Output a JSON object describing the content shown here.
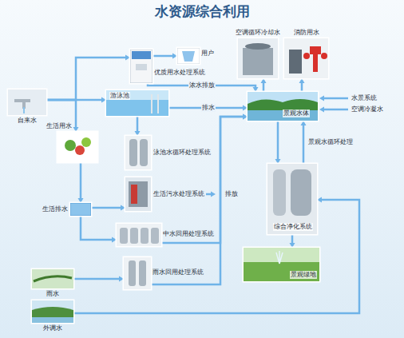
{
  "diagram": {
    "title": "水资源综合利用",
    "nodes": [
      {
        "text": [
          "优质用水处理系统"
        ]
      },
      {
        "text": [
          "用户"
        ]
      },
      {
        "text": [
          "空调循环冷却水"
        ]
      },
      {
        "text": [
          "消防用水"
        ]
      },
      {
        "text": [
          "自来水"
        ]
      },
      {
        "text": [
          "游泳池"
        ]
      },
      {
        "text": [
          "景观水体"
        ]
      },
      {
        "text": [
          "生活用水"
        ]
      },
      {
        "text": [
          "泳池水循环处理系统"
        ]
      },
      {
        "text": [
          "生活污水处理系统"
        ]
      },
      {
        "text": [
          "生活排水"
        ]
      },
      {
        "text": [
          "中水回用处理系统"
        ]
      },
      {
        "text": [
          "综合净化系统"
        ]
      },
      {
        "text": [
          "景观绿地"
        ]
      },
      {
        "text": [
          "雨水"
        ]
      },
      {
        "text": [
          "雨水回用处理系统"
        ]
      },
      {
        "text": [
          "外调水"
        ]
      }
    ],
    "edges": [
      {
        "from": 4,
        "to": 0,
        "arrow": "to"
      },
      {
        "from": 4,
        "to": 5,
        "arrow": "to"
      },
      {
        "from": 4,
        "to": 7,
        "arrow": "to"
      },
      {
        "from": 7,
        "to": 10,
        "arrow": "to"
      },
      {
        "from": 10,
        "to": 9,
        "arrow": "to"
      },
      {
        "from": 10,
        "to": 11,
        "arrow": "to"
      },
      {
        "from": 0,
        "to": 1,
        "arrow": "to"
      },
      {
        "from": 5,
        "to": 8,
        "arrow": "to"
      },
      {
        "from": 0,
        "to": 6,
        "label": "浓水排放",
        "arrow": "to"
      },
      {
        "from": 5,
        "to": 6,
        "label": "排水",
        "arrow": "to"
      },
      {
        "from": 6,
        "to": 2,
        "arrow": "to"
      },
      {
        "from": 6,
        "to": 3,
        "arrow": "to"
      },
      {
        "from": 6,
        "to": 12,
        "arrow": "to"
      },
      {
        "from": 12,
        "to": 6,
        "label": "景观水循环处理",
        "arrow": "to"
      },
      {
        "from": 12,
        "to": 13,
        "arrow": "to"
      },
      {
        "from": 11,
        "to": 6,
        "arrow": "to"
      },
      {
        "from": 14,
        "to": 15,
        "arrow": "to"
      },
      {
        "from": 15,
        "to": 6,
        "arrow": "to"
      },
      {
        "from": 16,
        "to": 12,
        "arrow": "to"
      }
    ],
    "labels": [
      "水景系统",
      "空调冷凝水",
      "排放"
    ]
  }
}
